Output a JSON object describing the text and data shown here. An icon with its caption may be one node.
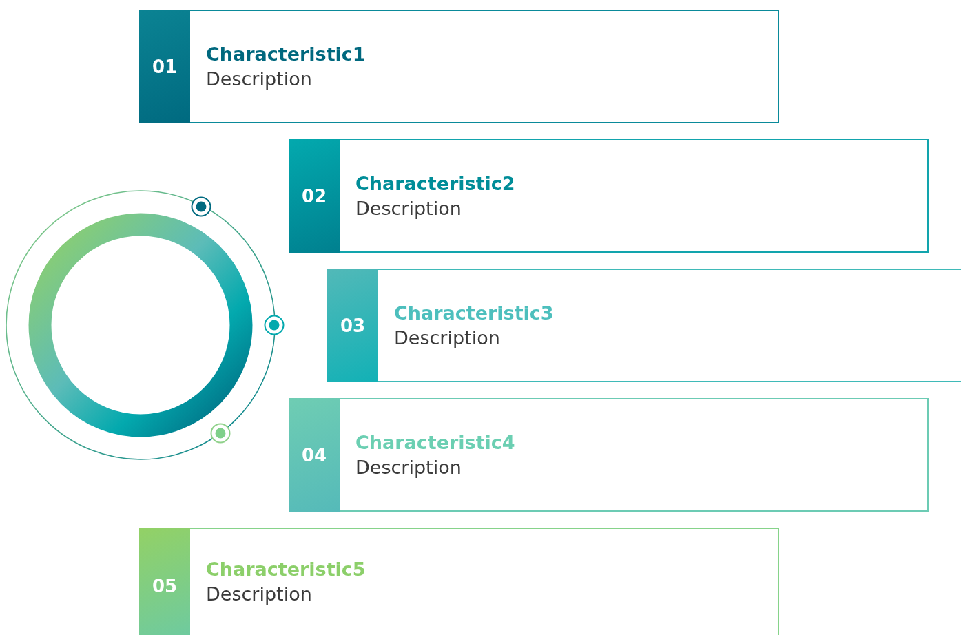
{
  "diagram": {
    "nodes": [
      {
        "text": [
          "01",
          "Characteristic1",
          "Description"
        ]
      },
      {
        "text": [
          "02",
          "Characteristic2",
          "Description"
        ]
      },
      {
        "text": [
          "03",
          "Characteristic3",
          "Description"
        ]
      },
      {
        "text": [
          "04",
          "Characteristic4",
          "Description"
        ]
      },
      {
        "text": [
          "05",
          "Characteristic5",
          "Description"
        ]
      }
    ]
  }
}
